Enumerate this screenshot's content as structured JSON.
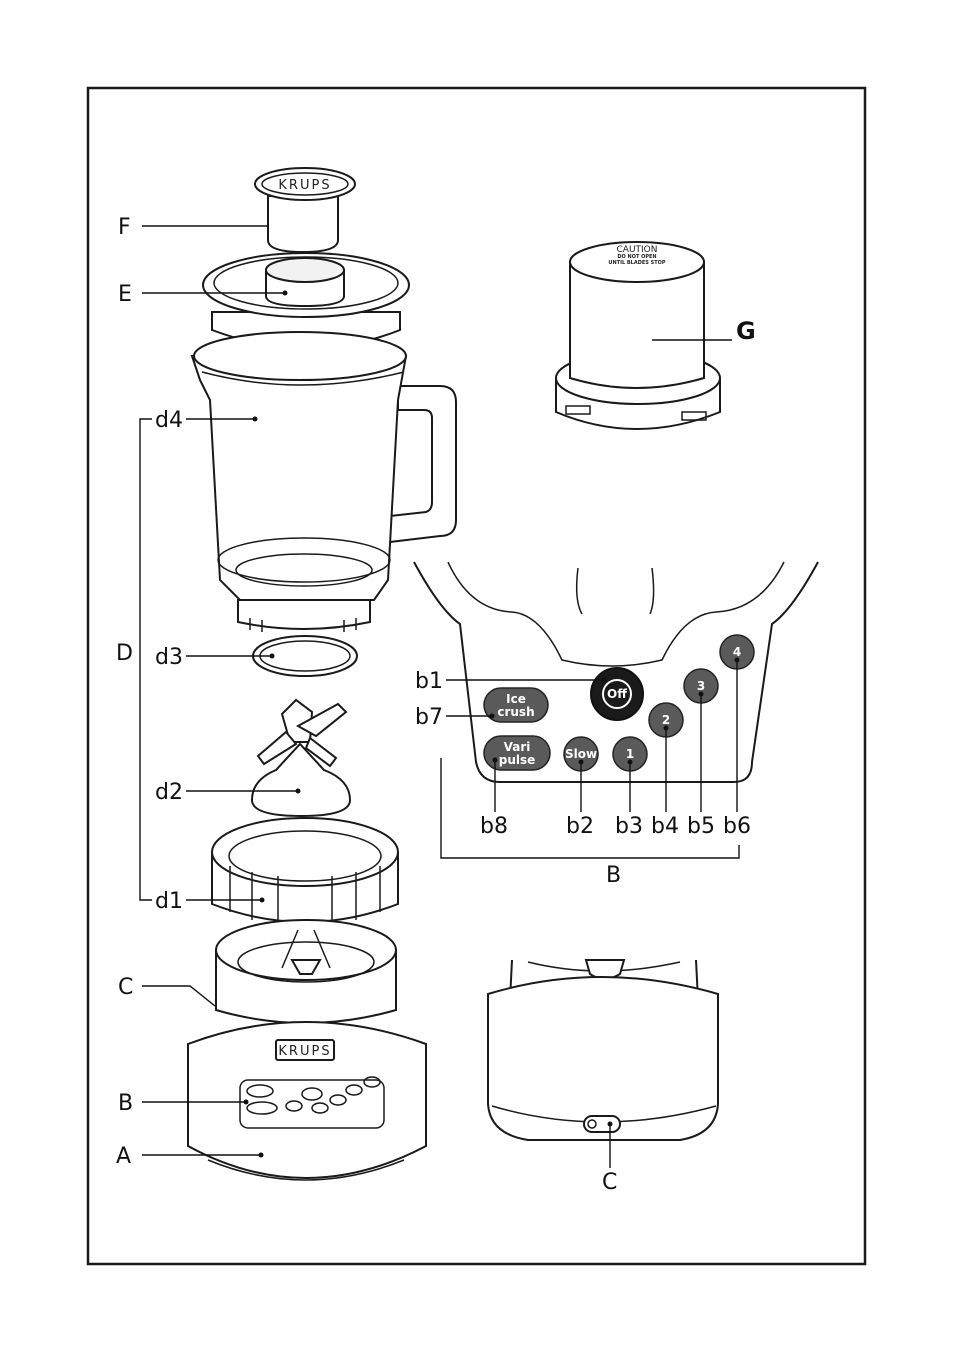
{
  "labels": {
    "F": "F",
    "E": "E",
    "d4": "d4",
    "D": "D",
    "d3": "d3",
    "d2": "d2",
    "d1": "d1",
    "C": "C",
    "B": "B",
    "A": "A",
    "G": "G",
    "b1": "b1",
    "b7": "b7",
    "b8": "b8",
    "b2": "b2",
    "b3": "b3",
    "b4": "b4",
    "b5": "b5",
    "b6": "b6",
    "B_group": "B",
    "C_rear": "C"
  },
  "panel_buttons": {
    "off": "Off",
    "ice_line1": "Ice",
    "ice_line2": "crush",
    "vari_line1": "Vari",
    "vari_line2": "pulse",
    "slow": "Slow",
    "s1": "1",
    "s2": "2",
    "s3": "3",
    "s4": "4"
  },
  "brand": {
    "cap": "KRUPS",
    "base": "KRUPS"
  },
  "mill_text": {
    "line1": "CAUTION",
    "line2": "DO NOT OPEN",
    "line3": "UNTIL BLADES STOP"
  },
  "colors": {
    "line": "#1a1a1a",
    "button": "#5a5a5a",
    "off_button": "#1a1a1a"
  }
}
